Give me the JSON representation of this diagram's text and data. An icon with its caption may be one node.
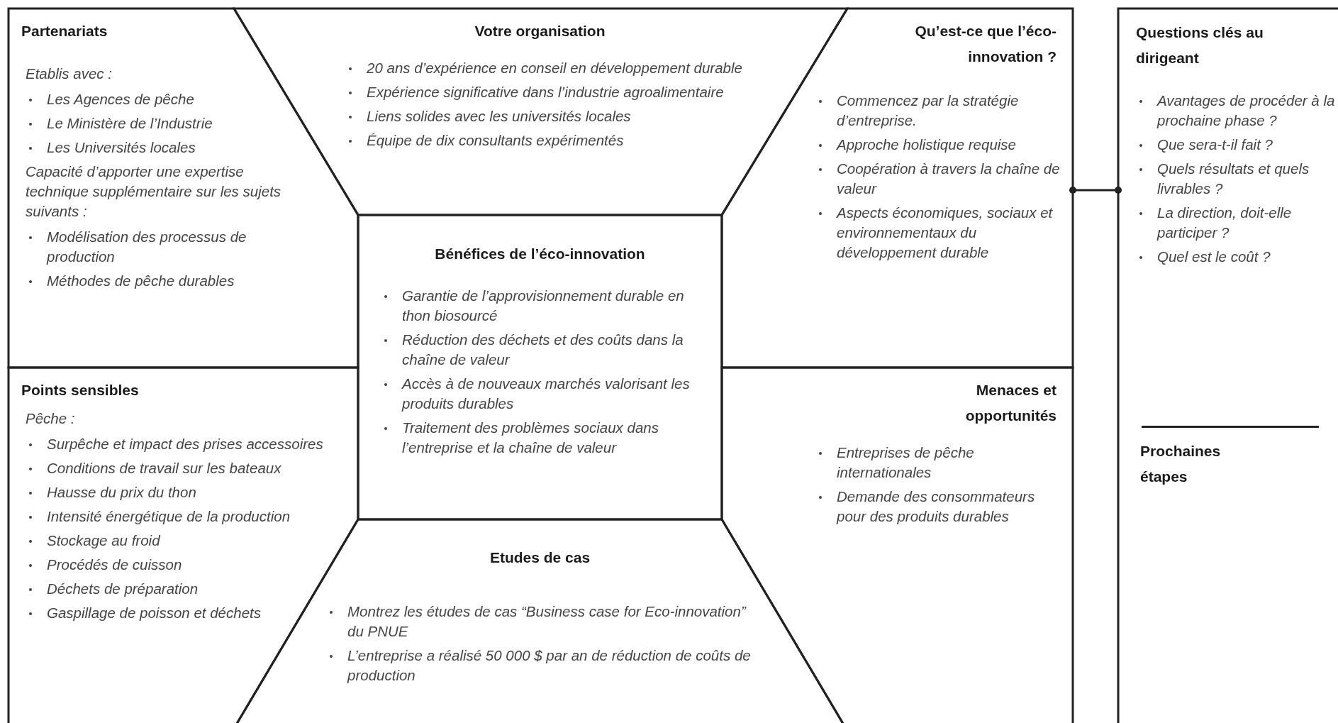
{
  "diagram": {
    "nodes": [
      {
        "text": [
          "Partenariats",
          "Etablis avec :",
          "Les Agences de pêche",
          "Le Ministère de l’Industrie",
          "Les Universités locales",
          "Capacité d’apporter une expertise technique supplémentaire sur les sujets suivants :",
          "Modélisation des processus de production",
          "Méthodes de pêche durables"
        ]
      },
      {
        "text": [
          "Votre organisation",
          "20 ans d’expérience en conseil en développement durable",
          "Expérience significative dans l’industrie agroalimentaire",
          "Liens solides avec les universités locales",
          "Équipe de dix consultants expérimentés"
        ]
      },
      {
        "text": [
          "Qu’est-ce que l’éco-innovation ?",
          "Commencez par la stratégie d’entreprise.",
          "Approche holistique requise",
          "Coopération à travers la chaîne de valeur",
          "Aspects économiques, sociaux et environnementaux du développement durable"
        ]
      },
      {
        "text": [
          "Questions clés au dirigeant",
          "Avantages de procéder à la prochaine phase ?",
          "Que sera-t-il fait ?",
          "Quels résultats et quels livrables ?",
          "La direction, doit-elle participer ?",
          "Quel est le coût ?",
          "Prochaines étapes"
        ]
      },
      {
        "text": [
          "Bénéfices de l’éco-innovation",
          "Garantie de l’approvisionnement durable en thon biosourcé",
          "Réduction des déchets et des coûts dans la chaîne de valeur",
          "Accès à de nouveaux marchés valorisant les produits durables",
          "Traitement des problèmes sociaux dans l’entreprise et la chaîne de valeur"
        ]
      },
      {
        "text": [
          "Points sensibles",
          "Pêche :",
          "Surpêche et impact des prises accessoires",
          "Conditions de travail sur les bateaux",
          "Hausse du prix du thon",
          "Intensité énergétique de la production",
          "Stockage au froid",
          "Procédés de cuisson",
          "Déchets de préparation",
          "Gaspillage de poisson et déchets"
        ]
      },
      {
        "text": [
          "Menaces et opportunités",
          "Entreprises de pêche internationales",
          "Demande des consommateurs pour des produits durables"
        ]
      },
      {
        "text": [
          "Etudes de cas",
          "Montrez les études de cas “Business case for Eco-innovation” du PNUE",
          "L’entreprise a réalisé 50 000 $ par an de réduction de coûts de production"
        ]
      }
    ],
    "edges": [
      {
        "from": 2,
        "to": 3,
        "arrow": "other"
      }
    ]
  }
}
